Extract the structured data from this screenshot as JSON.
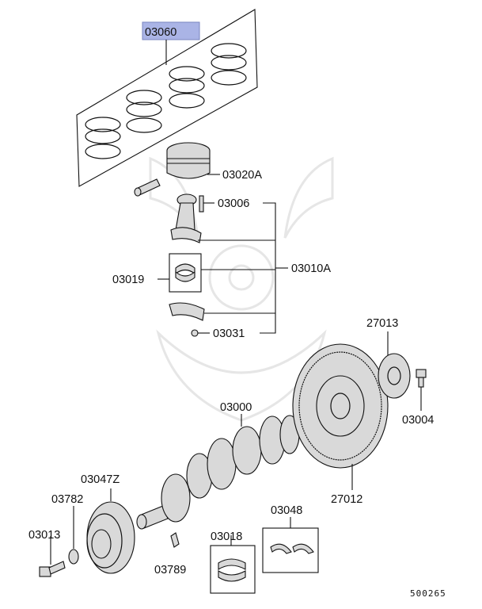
{
  "diagram_id": "500265",
  "highlight_color": "#aab4e6",
  "parts": {
    "piston_ring_set": "03060",
    "piston": "03020A",
    "conrod_bolt": "03006",
    "conrod_bearing": "03019",
    "conrod_assembly": "03010A",
    "conrod_nut": "03031",
    "crankshaft": "03000",
    "crank_pulley": "03047Z",
    "pulley_washer": "03782",
    "pulley_bolt": "03013",
    "key": "03789",
    "main_bearing": "03018",
    "thrust_bearing": "03048",
    "flywheel": "27012",
    "flywheel_plate": "27013",
    "flywheel_bolt": "03004"
  }
}
